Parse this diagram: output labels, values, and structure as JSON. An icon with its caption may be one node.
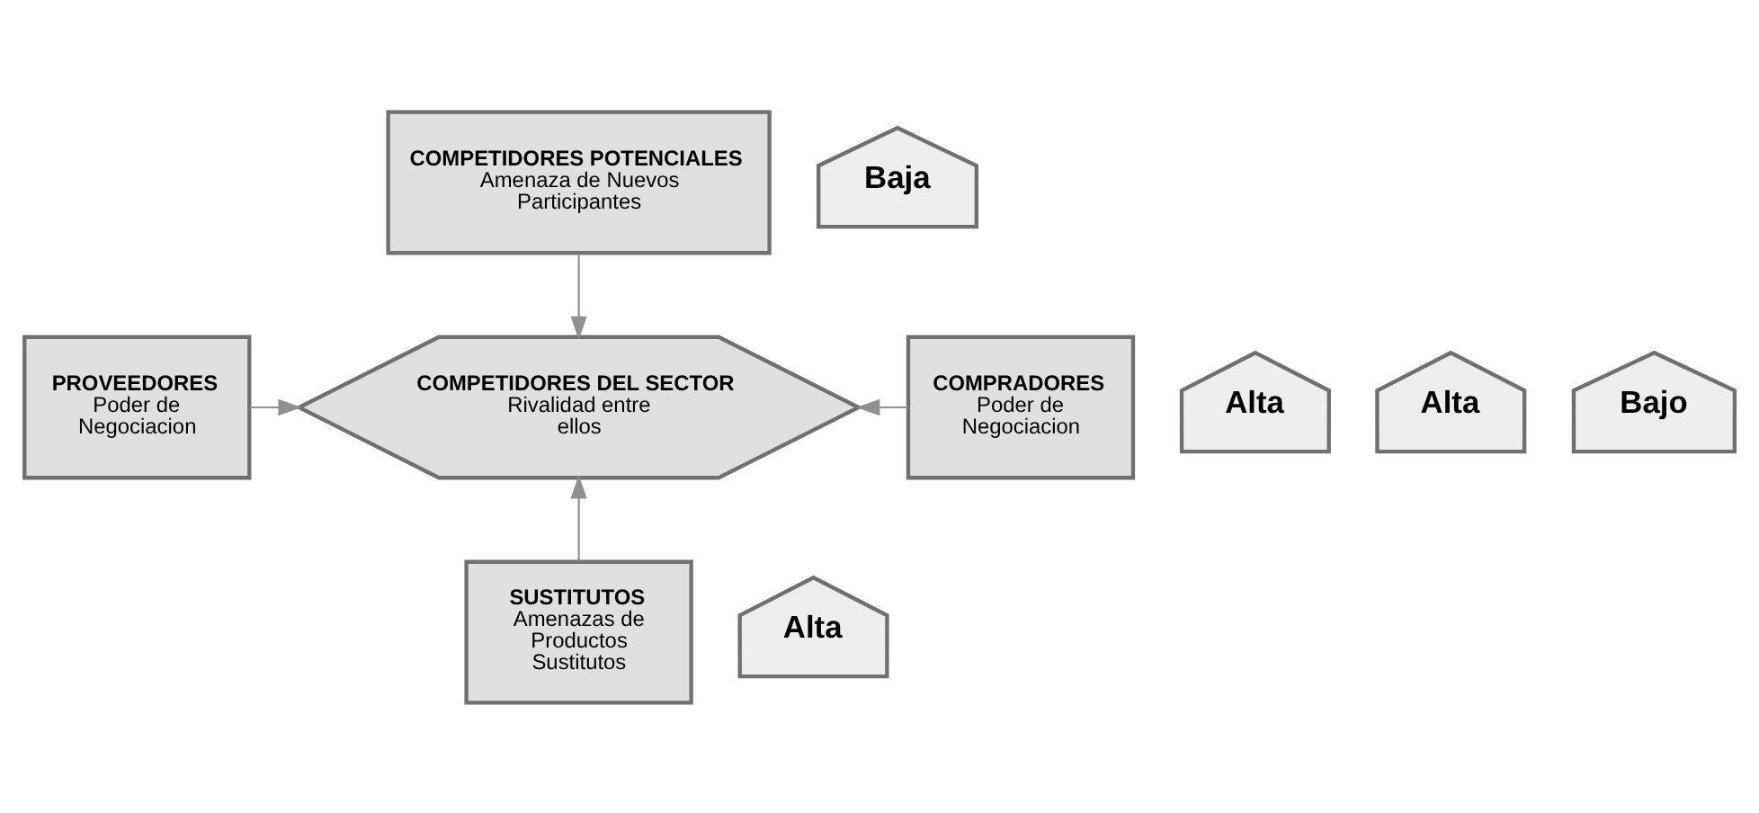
{
  "diagram": {
    "nodes": [
      {
        "text": [
          "COMPETIDORES POTENCIALES",
          "Amenaza de Nuevos Participantes"
        ]
      },
      {
        "text": [
          "Baja"
        ]
      },
      {
        "text": [
          "Alta"
        ]
      },
      {
        "text": [
          "PROVEEDORES",
          "Poder de Negociacion"
        ]
      },
      {
        "text": [
          "COMPETIDORES DEL SECTOR",
          "Rivalidad entre ellos"
        ]
      },
      {
        "text": [
          "Alta"
        ]
      },
      {
        "text": [
          "COMPRADORES",
          "Poder de Negociacion"
        ]
      },
      {
        "text": [
          "Bajo"
        ]
      },
      {
        "text": [
          "SUSTITUTOS",
          "Amenazas de Productos Sustitutos"
        ]
      },
      {
        "text": [
          "Alta"
        ]
      }
    ],
    "edges": [
      {
        "from": 0,
        "to": 4,
        "arrow": "to"
      },
      {
        "from": 3,
        "to": 4,
        "arrow": "to"
      },
      {
        "from": 6,
        "to": 4,
        "arrow": "to"
      },
      {
        "from": 8,
        "to": 4,
        "arrow": "to"
      }
    ]
  }
}
